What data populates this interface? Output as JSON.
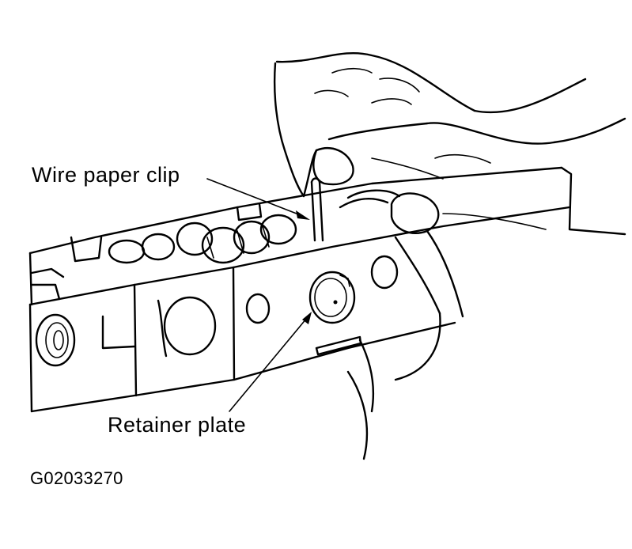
{
  "labels": {
    "wire_clip": "Wire paper clip",
    "retainer_plate": "Retainer plate",
    "figure_id": "G02033270"
  },
  "colors": {
    "ink": "#000000",
    "background": "#ffffff"
  }
}
